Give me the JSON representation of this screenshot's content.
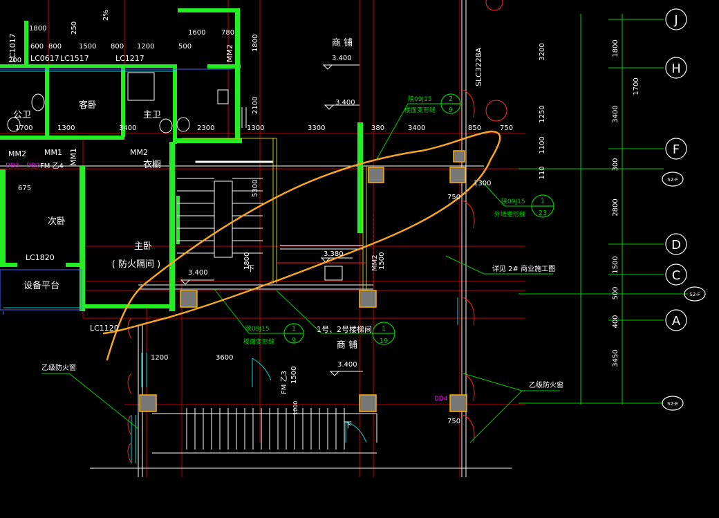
{
  "colors": {
    "background": "#000000",
    "axis_red": "#c00000",
    "wall_green": "#22ee22",
    "cyan": "#00d8d8",
    "white": "#ffffff",
    "blue": "#4466ff",
    "yellow": "#d8d800",
    "magenta": "#ff00ff",
    "annotation_orange": "#f5a623",
    "grid_bubble": "#ffffff"
  },
  "grid_labels": {
    "J": "J",
    "H": "H",
    "F": "F",
    "D": "D",
    "C": "C",
    "A": "A",
    "sec_top": "S2-F",
    "sec_mid": "S2-F",
    "sec_bot": "S2-E"
  },
  "right_dims": {
    "d1800": "1800",
    "d1700": "1700",
    "d3200": "3200",
    "d1250": "1250",
    "d1100": "1100",
    "d3400": "3400",
    "d110": "110",
    "d300": "300",
    "d2800": "2800",
    "d1500": "1500",
    "d500": "500",
    "d400": "400",
    "d3450": "3450"
  },
  "rooms": {
    "shop_top": "商 铺",
    "shop_bottom": "商 铺",
    "guest_bed": "客卧",
    "public_bath": "公卫",
    "master_bath": "主卫",
    "wardrobe": "衣橱",
    "second_bed": "次卧",
    "master_bed": "主卧",
    "master_bed_note": "( 防火隔间 )",
    "equip_platform": "设备平台"
  },
  "levels": {
    "l1": "3.400",
    "l2": "3.400",
    "l3": "3.380",
    "l4": "3.400",
    "l5": "3.400"
  },
  "windows": {
    "lc0617": "LC0617",
    "lc1517": "LC1517",
    "lc1217": "LC1217",
    "lc1820": "LC1820",
    "lc1120": "LC1120",
    "lc1017": "LC1017",
    "slc3228a": "SLC3228A",
    "mm2_top": "MM2"
  },
  "doors": {
    "mm2": "MM2",
    "mm1": "MM1",
    "mm2b": "MM2",
    "mm1v": "MM1",
    "dd3": "DD3",
    "dd2": "DD2",
    "fm_z4": "FM 乙4",
    "dd4": "DD4",
    "fm_z3": "FM 乙3",
    "mm2_right": "MM2"
  },
  "top_dims": {
    "d1800": "1800",
    "d600": "600",
    "d800a": "800",
    "d1500": "1500",
    "d800b": "800",
    "d1200": "1200",
    "d250": "250",
    "d200": "200",
    "d1600": "1600",
    "d780": "780",
    "d500": "500",
    "d1800v": "1800",
    "d2100": "2100",
    "pct": "2%"
  },
  "mid_dims": {
    "d1700": "1700",
    "d1300": "1300",
    "d3400a": "3400",
    "d2300": "2300",
    "d1300b": "1300",
    "d3300": "3300",
    "d380": "380",
    "d3400b": "3400",
    "d850": "850",
    "d750a": "750",
    "d675": "675",
    "d5300": "5300",
    "d1300c": "1300",
    "d750b": "750",
    "d1500v": "1500",
    "d1200": "1200",
    "d3600": "3600",
    "d1500z": "1500",
    "d1800st": "1800",
    "d750c": "750",
    "d1000": "1000"
  },
  "callouts": {
    "c1_num": "2",
    "c1_den": "9",
    "c1_ref": "陕09J15",
    "c1_desc": "楼面变形缝",
    "c2_num": "1",
    "c2_den": "23",
    "c2_ref": "陕09J15",
    "c2_desc": "外墙变形缝",
    "c3_num": "1",
    "c3_den": "9",
    "c3_ref": "陕09J15",
    "c3_desc": "楼面变形缝",
    "c4_num": "1",
    "c4_den": "19",
    "c4_desc": "1号、2号楼梯间"
  },
  "notes": {
    "see_shop": "详见 2# 商业施工图",
    "fire_window_left": "乙级防火窗",
    "fire_window_right": "乙级防火窗",
    "down_1": "下",
    "down_2": "下"
  }
}
